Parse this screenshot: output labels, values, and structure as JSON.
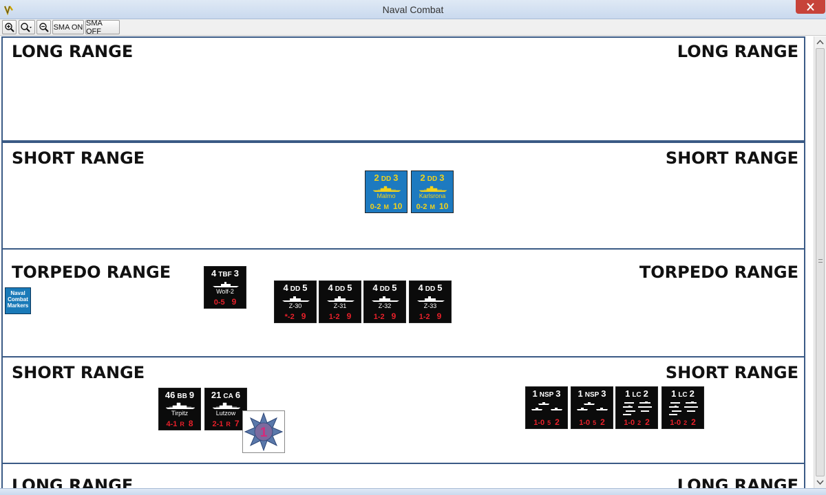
{
  "window": {
    "title": "Naval Combat"
  },
  "toolbar": {
    "zoom_in_icon": "zoom-in",
    "zoom_menu_icon": "zoom-select",
    "zoom_out_icon": "zoom-out",
    "sma_on": "SMA ON",
    "sma_off": "SMA OFF"
  },
  "bands": [
    {
      "left": "LONG RANGE",
      "right": "LONG RANGE"
    },
    {
      "left": "SHORT RANGE",
      "right": "SHORT RANGE"
    },
    {
      "left": "TORPEDO RANGE",
      "right": "TORPEDO RANGE"
    },
    {
      "left": "SHORT RANGE",
      "right": "SHORT RANGE"
    },
    {
      "left": "LONG RANGE",
      "right": "LONG RANGE"
    }
  ],
  "markers_token": {
    "line1": "Naval",
    "line2": "Combat",
    "line3": "Markers"
  },
  "counters": [
    {
      "a": "2",
      "type": "DD",
      "b": "3",
      "name": "Malmo",
      "att": "0-2",
      "sym": "M",
      "val": "10"
    },
    {
      "a": "2",
      "type": "DD",
      "b": "3",
      "name": "Karlsrona",
      "att": "0-2",
      "sym": "M",
      "val": "10"
    },
    {
      "a": "4",
      "type": "TBF",
      "b": "3",
      "name": "Wolf-2",
      "att": "0-5",
      "sym": "",
      "val": "9"
    },
    {
      "a": "4",
      "type": "DD",
      "b": "5",
      "name": "Z-30",
      "att": "*-2",
      "sym": "",
      "val": "9"
    },
    {
      "a": "4",
      "type": "DD",
      "b": "5",
      "name": "Z-31",
      "att": "1-2",
      "sym": "",
      "val": "9"
    },
    {
      "a": "4",
      "type": "DD",
      "b": "5",
      "name": "Z-32",
      "att": "1-2",
      "sym": "",
      "val": "9"
    },
    {
      "a": "4",
      "type": "DD",
      "b": "5",
      "name": "Z-33",
      "att": "1-2",
      "sym": "",
      "val": "9"
    },
    {
      "a": "46",
      "type": "BB",
      "b": "9",
      "name": "Tirpitz",
      "att": "4-1",
      "sym": "R",
      "val": "8"
    },
    {
      "a": "21",
      "type": "CA",
      "b": "6",
      "name": "Lutzow",
      "att": "2-1",
      "sym": "R",
      "val": "7"
    },
    {
      "a": "1",
      "type": "NSP",
      "b": "3",
      "name": "",
      "att": "1-0",
      "sym": "5",
      "val": "2"
    },
    {
      "a": "1",
      "type": "NSP",
      "b": "3",
      "name": "",
      "att": "1-0",
      "sym": "5",
      "val": "2"
    },
    {
      "a": "1",
      "type": "LC",
      "b": "2",
      "name": "",
      "att": "1-0",
      "sym": "2",
      "val": "2"
    },
    {
      "a": "1",
      "type": "LC",
      "b": "2",
      "name": "",
      "att": "1-0",
      "sym": "2",
      "val": "2"
    }
  ],
  "round_marker": {
    "value": "1",
    "icon": "star-marker-icon"
  },
  "colors": {
    "sweden": "#1d7ac0",
    "sweden_text": "#f2d21a",
    "german": "#0b0b0b",
    "red": "#e8202a",
    "band_border": "#3a5a85"
  }
}
